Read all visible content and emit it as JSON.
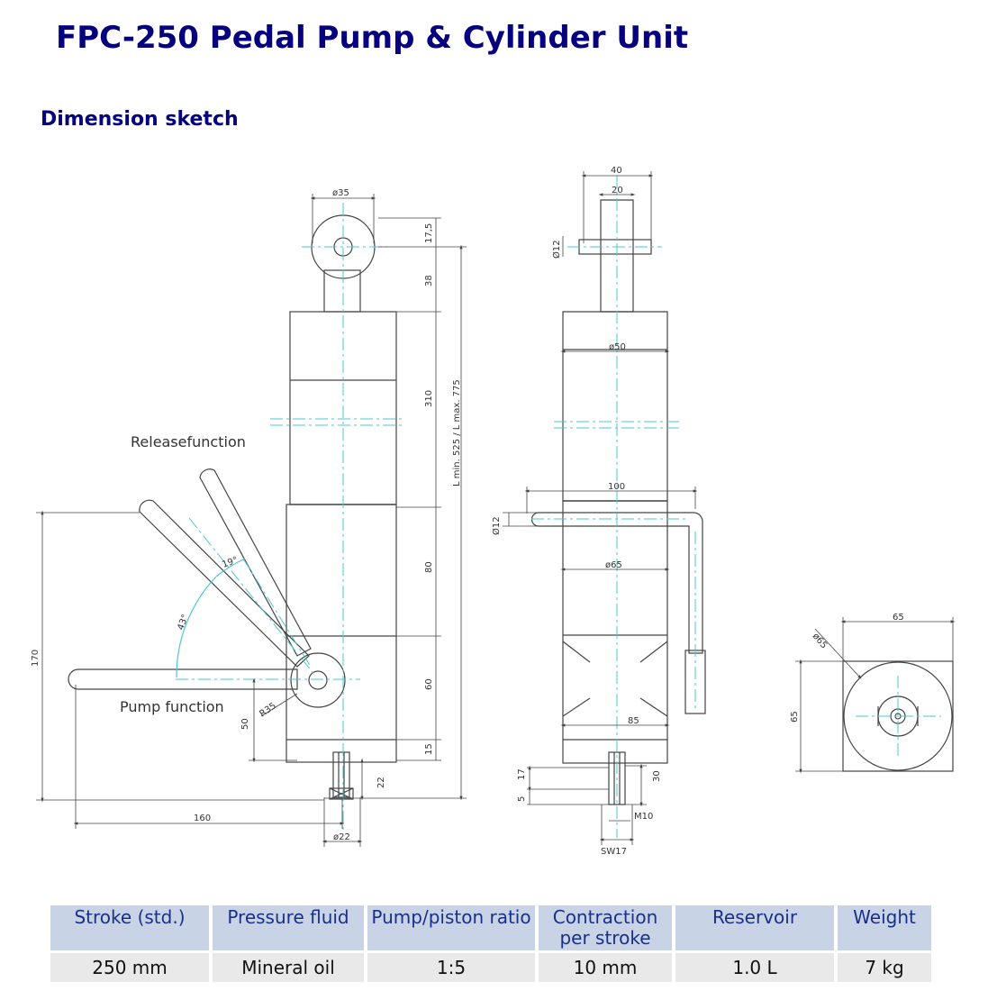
{
  "page": {
    "title": "FPC-250 Pedal Pump & Cylinder Unit",
    "subtitle": "Dimension sketch"
  },
  "sketch": {
    "labels": {
      "release": "Releasefunction",
      "pump": "Pump function"
    },
    "dims": {
      "d35": "ø35",
      "d17_5": "17,5",
      "d38": "38",
      "d310": "310",
      "d80": "80",
      "d60": "60",
      "d15": "15",
      "d22v": "22",
      "d50": "50",
      "d170": "170",
      "d160": "160",
      "d22": "ø22",
      "r35": "R35",
      "a43": "43°",
      "a19": "19°",
      "lminmax": "L min. 525 / L max. 775",
      "d40": "40",
      "d20": "20",
      "d12a": "Ø12",
      "d50b": "ø50",
      "d100": "100",
      "d12b": "Ø12",
      "d65b": "ø65",
      "d85": "85",
      "d17": "17",
      "d5": "5",
      "d30": "30",
      "m10": "M10",
      "sw17": "SW17",
      "d65top": "65",
      "d65side": "65",
      "d65diag": "ø65"
    }
  },
  "specs": {
    "headers": [
      "Stroke (std.)",
      "Pressure fluid",
      "Pump/piston ratio",
      "Contraction per stroke",
      "Reservoir",
      "Weight"
    ],
    "values": [
      "250 mm",
      "Mineral oil",
      "1:5",
      "10 mm",
      "1.0 L",
      "7 kg"
    ]
  }
}
